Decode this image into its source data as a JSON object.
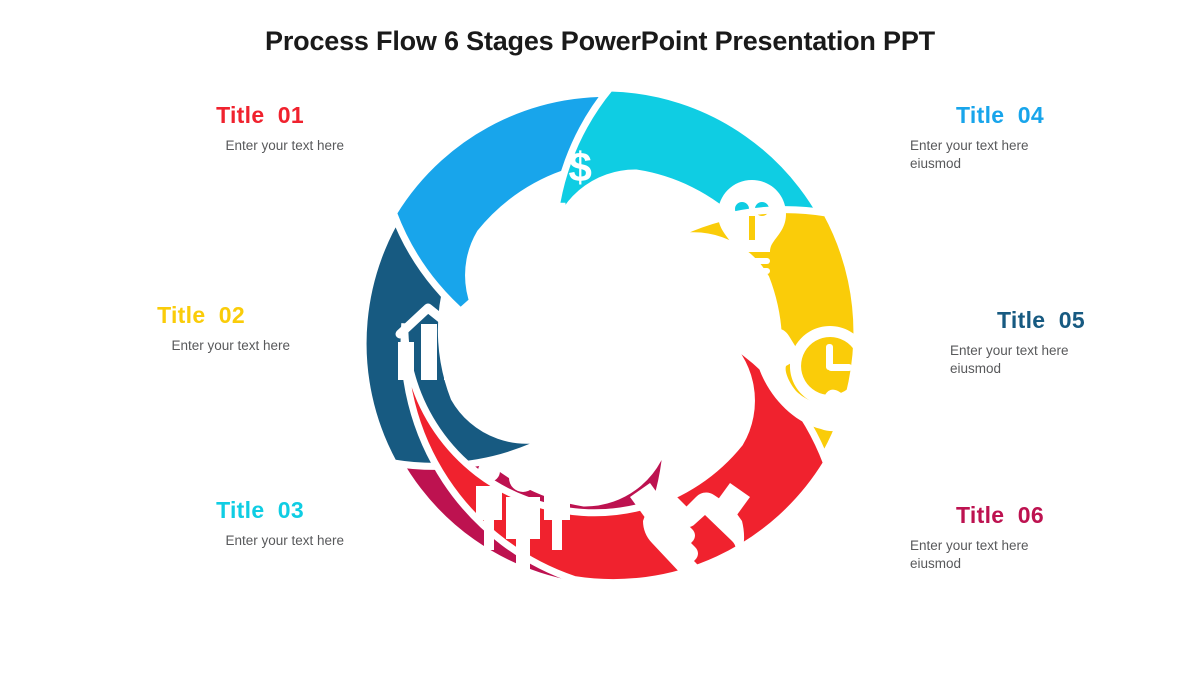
{
  "slide": {
    "title": "Process Flow 6 Stages PowerPoint Presentation PPT",
    "background_color": "#FFFFFF"
  },
  "palette": {
    "red": "#F0222E",
    "yellow": "#FACC09",
    "cyan": "#0FCDE3",
    "blue": "#18A5EB",
    "navy": "#175A81",
    "crimson": "#BD1250",
    "body_text": "#58595B",
    "title_text": "#1A1A1A"
  },
  "stages": [
    {
      "id": "01",
      "title": "Title  01",
      "body": "Enter your text here",
      "color": "#F0222E",
      "color_name": "red",
      "icon": "hand-holding-dollar-icon",
      "side": "left"
    },
    {
      "id": "02",
      "title": "Title  02",
      "body": "Enter your text here",
      "color": "#FACC09",
      "color_name": "yellow",
      "icon": "lightbulb-icon",
      "side": "left"
    },
    {
      "id": "03",
      "title": "Title  03",
      "body": "Enter your text here",
      "color": "#0FCDE3",
      "color_name": "cyan",
      "icon": "phone-clock-icon",
      "side": "left"
    },
    {
      "id": "04",
      "title": "Title  04",
      "body": "Enter your text here\neiusmod",
      "color": "#18A5EB",
      "color_name": "blue",
      "icon": "handshake-icon",
      "side": "right"
    },
    {
      "id": "05",
      "title": "Title  05",
      "body": "Enter your text here\neiusmod",
      "color": "#175A81",
      "color_name": "navy",
      "icon": "people-group-icon",
      "side": "right"
    },
    {
      "id": "06",
      "title": "Title  06",
      "body": "Enter your text here\neiusmod",
      "color": "#BD1250",
      "color_name": "crimson",
      "icon": "bar-chart-growth-icon",
      "side": "right"
    }
  ],
  "diagram": {
    "type": "six-petal-swirl",
    "petal_count": 6,
    "rotation_direction": "clockwise",
    "petals": [
      {
        "position": "top-left",
        "color": "#F0222E",
        "icon": "hand-holding-dollar-icon"
      },
      {
        "position": "top-right",
        "color": "#FACC09",
        "icon": "lightbulb-icon"
      },
      {
        "position": "right",
        "color": "#0FCDE3",
        "icon": "phone-clock-icon"
      },
      {
        "position": "bottom-right",
        "color": "#18A5EB",
        "icon": "handshake-icon"
      },
      {
        "position": "bottom-left",
        "color": "#175A81",
        "icon": "people-group-icon"
      },
      {
        "position": "left",
        "color": "#BD1250",
        "icon": "bar-chart-growth-icon"
      }
    ]
  }
}
